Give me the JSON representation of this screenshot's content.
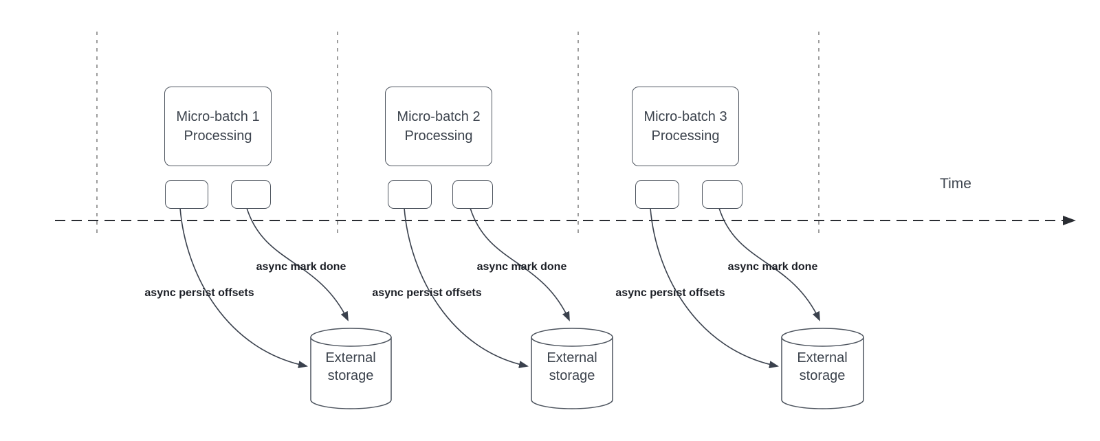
{
  "diagram": {
    "time_axis_label": "Time",
    "groups": [
      {
        "node_title": "Micro-batch 1",
        "node_subtitle": "Processing",
        "persist_arrow_label": "async persist offsets",
        "mark_arrow_label": "async mark done",
        "storage_label": "External storage"
      },
      {
        "node_title": "Micro-batch 2",
        "node_subtitle": "Processing",
        "persist_arrow_label": "async persist offsets",
        "mark_arrow_label": "async mark done",
        "storage_label": "External storage"
      },
      {
        "node_title": "Micro-batch 3",
        "node_subtitle": "Processing",
        "persist_arrow_label": "async persist offsets",
        "mark_arrow_label": "async mark done",
        "storage_label": "External storage"
      }
    ],
    "colors": {
      "arrow_line": "#3a414d",
      "node_border": "#4d545e",
      "gridline": "#9e9e9e",
      "timeline": "#2a2d33",
      "bold_label_text": "#1c1f26",
      "node_text": "#3c434d"
    }
  }
}
